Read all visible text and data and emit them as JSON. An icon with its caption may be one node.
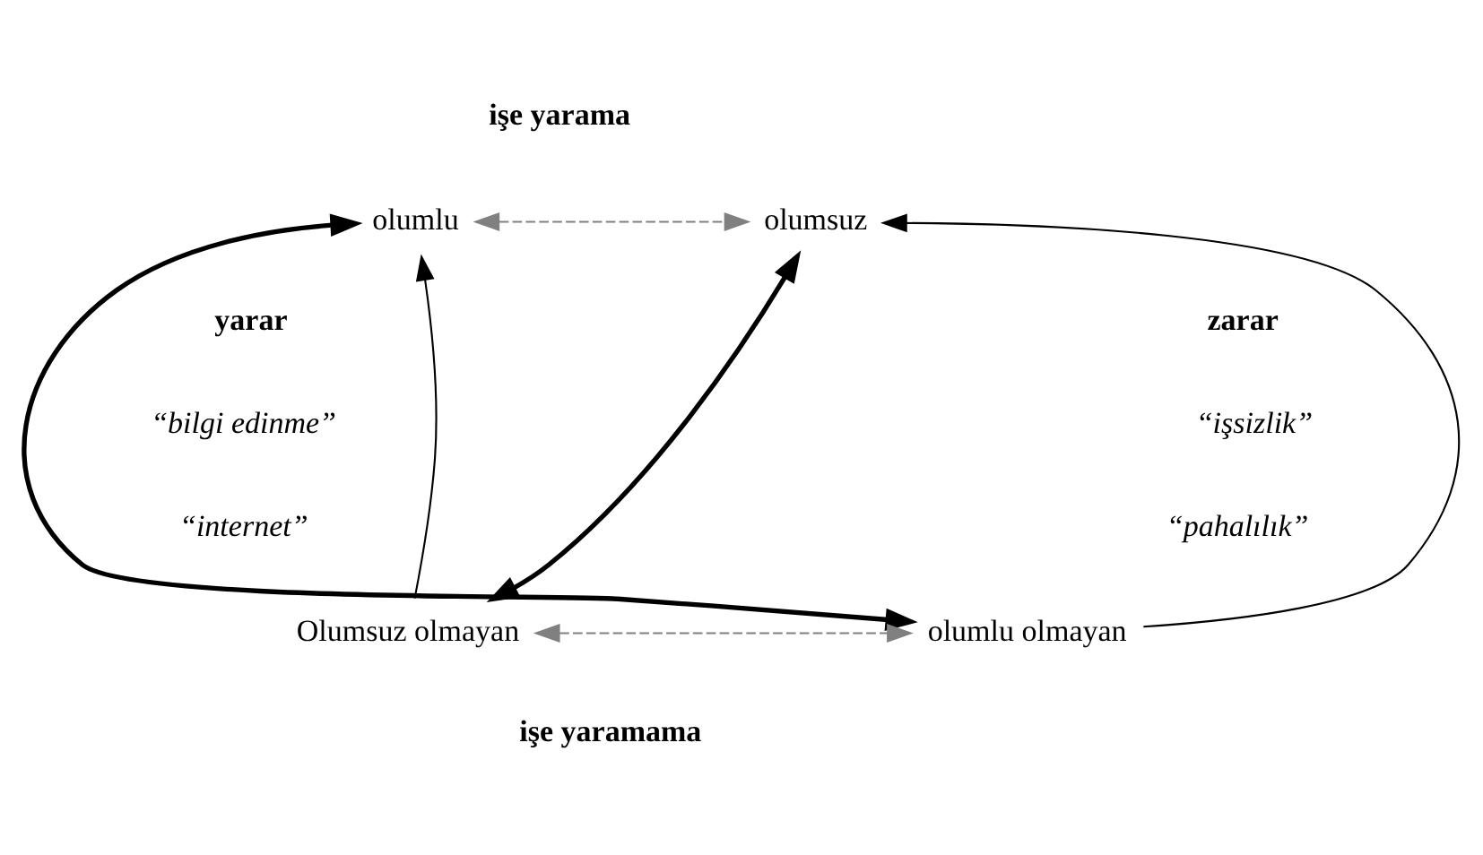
{
  "diagram": {
    "nodes": [
      {
        "text": [
          "olumlu"
        ]
      },
      {
        "text": [
          "olumsuz"
        ]
      },
      {
        "text": [
          "Olumsuz olmayan"
        ]
      },
      {
        "text": [
          "olumlu olmayan"
        ]
      }
    ],
    "edges": [
      {
        "from": 0,
        "to": 1,
        "arrow": "both",
        "style": "dashed",
        "color": "#808080"
      },
      {
        "from": 0,
        "to": 3,
        "arrow": "both",
        "style": "thick"
      },
      {
        "from": 1,
        "to": 2,
        "arrow": "both",
        "style": "thick"
      },
      {
        "from": 2,
        "to": 0,
        "arrow": "to"
      },
      {
        "from": 3,
        "to": 1,
        "arrow": "to"
      },
      {
        "from": 2,
        "to": 3,
        "arrow": "both",
        "style": "dashed",
        "color": "#808080"
      }
    ],
    "labels": [
      "işe yarama",
      "yarar",
      "zarar",
      "“bilgi edinme”",
      "“işsizlik”",
      "“internet”",
      "“pahalılık”",
      "işe yaramama"
    ]
  }
}
